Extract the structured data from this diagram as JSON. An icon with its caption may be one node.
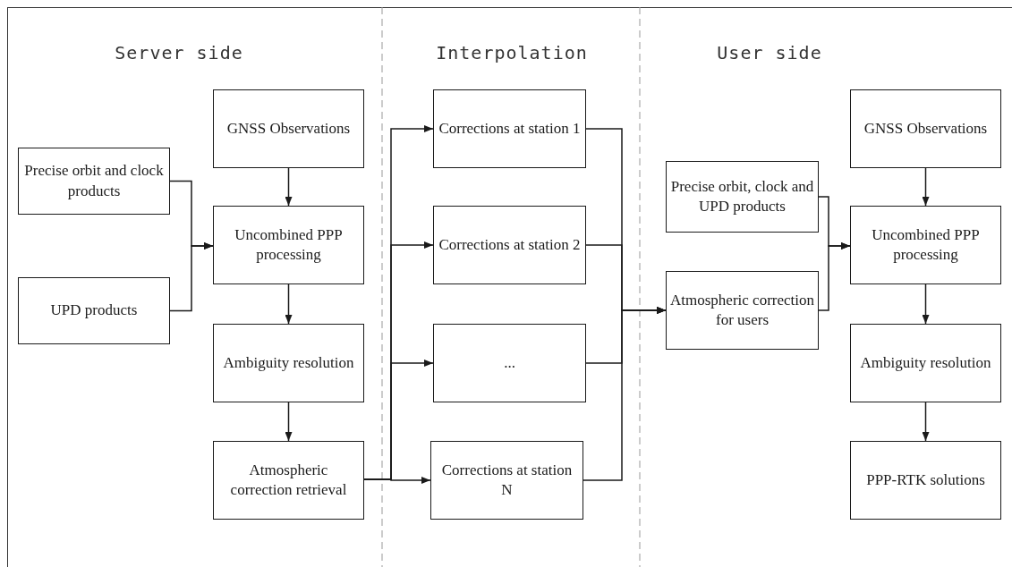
{
  "diagram": {
    "nodes": [
      {
        "text": [
          "Precise orbit and clock products"
        ]
      },
      {
        "text": [
          "UPD products"
        ]
      },
      {
        "text": [
          "GNSS Observations"
        ]
      },
      {
        "text": [
          "Uncombined PPP processing"
        ]
      },
      {
        "text": [
          "Ambiguity resolution"
        ]
      },
      {
        "text": [
          "Atmospheric correction retrieval"
        ]
      },
      {
        "text": [
          "Corrections at station 1"
        ]
      },
      {
        "text": [
          "Corrections at station 2"
        ]
      },
      {
        "text": [
          "..."
        ]
      },
      {
        "text": [
          "Corrections at station N"
        ]
      },
      {
        "text": [
          "Precise orbit, clock and UPD products"
        ]
      },
      {
        "text": [
          "Atmospheric correction for users"
        ]
      },
      {
        "text": [
          "GNSS Observations"
        ]
      },
      {
        "text": [
          "Uncombined PPP processing"
        ]
      },
      {
        "text": [
          "Ambiguity resolution"
        ]
      },
      {
        "text": [
          "PPP-RTK solutions"
        ]
      }
    ],
    "edges": [
      {
        "from": 0,
        "to": 3,
        "arrow": "to"
      },
      {
        "from": 1,
        "to": 3,
        "arrow": "to"
      },
      {
        "from": 2,
        "to": 3,
        "arrow": "to"
      },
      {
        "from": 3,
        "to": 4,
        "arrow": "to"
      },
      {
        "from": 4,
        "to": 5,
        "arrow": "to"
      },
      {
        "from": 5,
        "to": 6,
        "arrow": "to"
      },
      {
        "from": 5,
        "to": 7,
        "arrow": "to"
      },
      {
        "from": 5,
        "to": 8,
        "arrow": "to"
      },
      {
        "from": 5,
        "to": 9,
        "arrow": "to"
      },
      {
        "from": 6,
        "to": 11,
        "arrow": "to"
      },
      {
        "from": 7,
        "to": 11,
        "arrow": "to"
      },
      {
        "from": 8,
        "to": 11,
        "arrow": "to"
      },
      {
        "from": 9,
        "to": 11,
        "arrow": "to"
      },
      {
        "from": 10,
        "to": 13,
        "arrow": "to"
      },
      {
        "from": 11,
        "to": 13,
        "arrow": "to"
      },
      {
        "from": 12,
        "to": 13,
        "arrow": "to"
      },
      {
        "from": 13,
        "to": 14,
        "arrow": "to"
      },
      {
        "from": 14,
        "to": 15,
        "arrow": "to"
      }
    ],
    "labels": [
      "Server side",
      "Interpolation",
      "User side"
    ]
  }
}
